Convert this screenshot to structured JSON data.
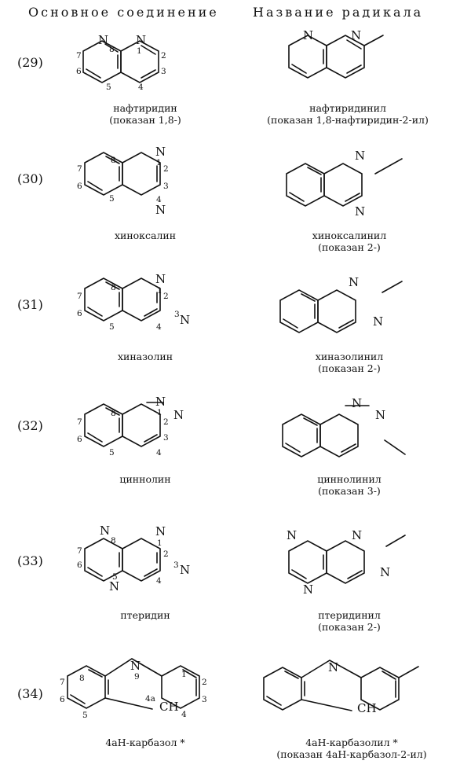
{
  "headers": {
    "left": "Основное соединение",
    "right": "Название радикала"
  },
  "entries": [
    {
      "number": "(29)",
      "parent_name": "нафтиридин",
      "parent_note": "(показан 1,8-)",
      "radical_name": "нафтиридинил",
      "radical_note": "(показан 1,8-нафтиридин-2-ил)"
    },
    {
      "number": "(30)",
      "parent_name": "хиноксалин",
      "parent_note": "",
      "radical_name": "хиноксалинил",
      "radical_note": "(показан 2-)"
    },
    {
      "number": "(31)",
      "parent_name": "хиназолин",
      "parent_note": "",
      "radical_name": "хиназолинил",
      "radical_note": "(показан 2-)"
    },
    {
      "number": "(32)",
      "parent_name": "циннолин",
      "parent_note": "",
      "radical_name": "циннолинил",
      "radical_note": "(показан 3-)"
    },
    {
      "number": "(33)",
      "parent_name": "птеридин",
      "parent_note": "",
      "radical_name": "птеридинил",
      "radical_note": "(показан 2-)"
    },
    {
      "number": "(34)",
      "parent_name": "4aH-карбазол *",
      "parent_note": "",
      "radical_name": "4aH-карбазолил *",
      "radical_note": "(показан 4aH-карбазол-2-ил)"
    }
  ],
  "atom_labels": {
    "N": "N",
    "CH": "CH"
  },
  "position_labels": [
    "1",
    "2",
    "3",
    "4",
    "4a",
    "5",
    "6",
    "7",
    "8",
    "9"
  ]
}
